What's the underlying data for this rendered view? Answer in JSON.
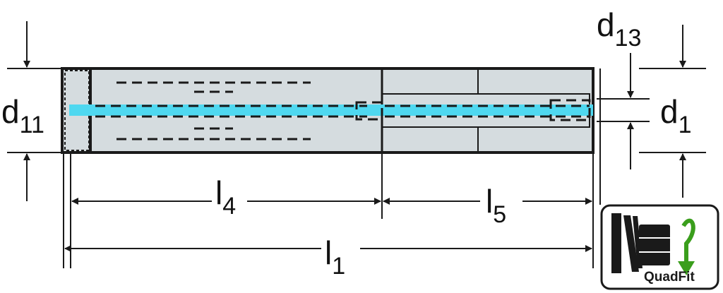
{
  "dimensions": {
    "d11": {
      "base": "d",
      "sub": "11"
    },
    "d13": {
      "base": "d",
      "sub": "13"
    },
    "d1": {
      "base": "d",
      "sub": "1"
    },
    "l4": {
      "base": "l",
      "sub": "4"
    },
    "l5": {
      "base": "l",
      "sub": "5"
    },
    "l1": {
      "base": "l",
      "sub": "1"
    }
  },
  "badge": {
    "label": "QuadFit",
    "icon": "quadfit-rotation-icon"
  },
  "colors": {
    "body": "#d5dcdf",
    "coolant": "#4fd8f0",
    "arrow_green": "#3a9e1c",
    "line": "#1a1a1a"
  }
}
